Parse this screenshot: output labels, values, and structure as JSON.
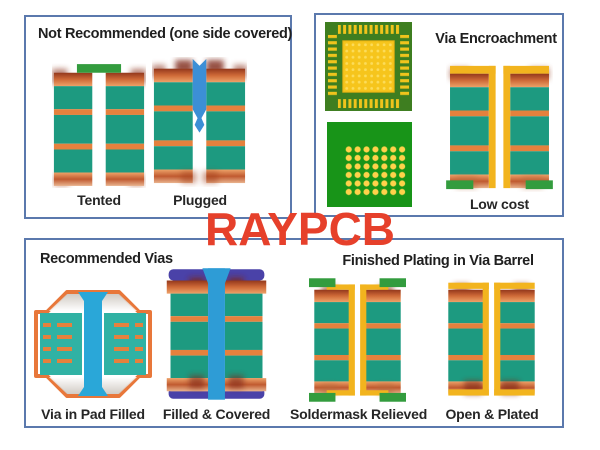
{
  "watermark": {
    "text": "RAYPCB",
    "color": "#e6402b"
  },
  "panels": {
    "not_recommended": {
      "title": "Not Recommended (one side covered)",
      "figures": [
        {
          "label": "Tented"
        },
        {
          "label": "Plugged"
        }
      ]
    },
    "via_encroachment": {
      "title": "Via Encroachment",
      "images": [
        {
          "name": "qfn-chip"
        },
        {
          "name": "bga-chip"
        }
      ],
      "figures": [
        {
          "label": "Low cost"
        }
      ]
    },
    "recommended": {
      "title": "Recommended Vias",
      "figures": [
        {
          "label": "Via in Pad Filled"
        },
        {
          "label": "Filled & Covered"
        }
      ]
    },
    "finished_plating": {
      "title": "Finished Plating in Via Barrel",
      "figures": [
        {
          "label": "Soldermask Relieved"
        },
        {
          "label": "Open & Plated"
        }
      ]
    }
  },
  "colors": {
    "panel_border": "#5b79ad",
    "watermark_red": "#e6402b",
    "substrate_teal": "#1d9a80",
    "copper_orange": "#e5813d",
    "copper_rust": "#93381c",
    "plating_gold": "#f2b41e",
    "soldermask_green": "#339c3e",
    "plug_blue": "#3c8fd6",
    "fill_cyan": "#2aa7d8",
    "cover_purple": "#4a42a8",
    "qfn_body_green": "#3e7e20",
    "qfn_pad_yellow": "#f6c51c",
    "bga_body_green": "#189418",
    "bga_ball_yellow": "#ffd24a"
  }
}
